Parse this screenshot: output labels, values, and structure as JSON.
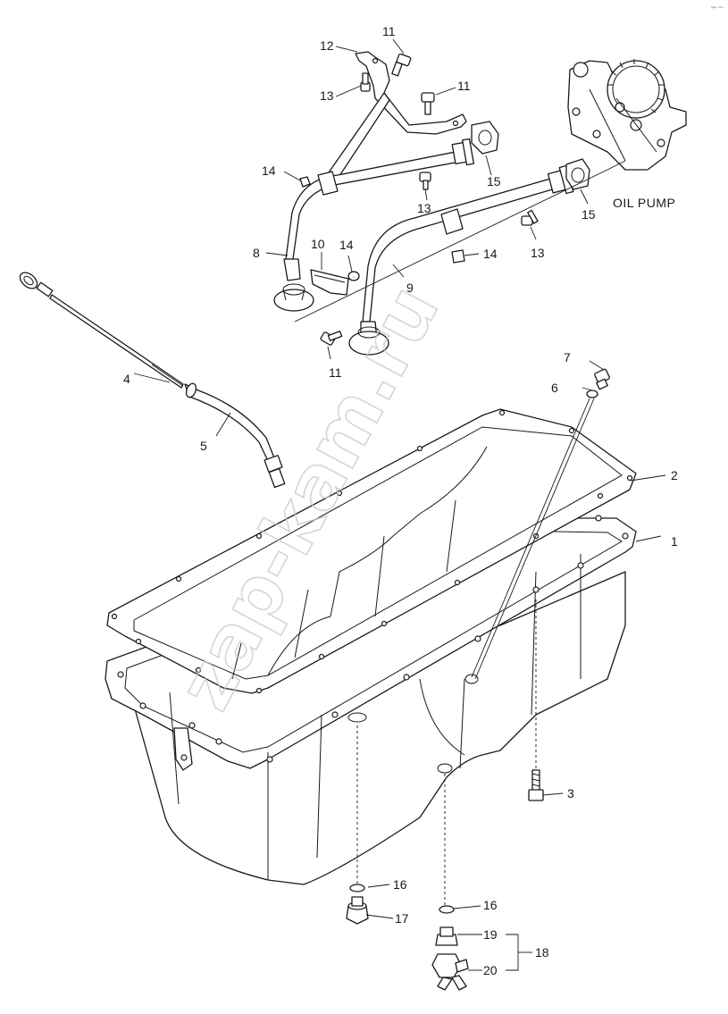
{
  "corner_code": "ᵍᵉᵉ ᵒᵒᵒ",
  "watermark": "zap-kam.ru",
  "assembly_label": "OIL PUMP",
  "callouts": {
    "c1": "1",
    "c2": "2",
    "c3": "3",
    "c4": "4",
    "c5": "5",
    "c6": "6",
    "c7": "7",
    "c8": "8",
    "c9": "9",
    "c10": "10",
    "c11a": "11",
    "c11b": "11",
    "c11c": "11",
    "c12": "12",
    "c13a": "13",
    "c13b": "13",
    "c13c": "13",
    "c14a": "14",
    "c14b": "14",
    "c14c": "14",
    "c15a": "15",
    "c15b": "15",
    "c16a": "16",
    "c16b": "16",
    "c17": "17",
    "c18": "18",
    "c19": "19",
    "c20": "20"
  },
  "colors": {
    "line": "#1a1a1a",
    "background": "#ffffff",
    "watermark": "#c8c8c8"
  }
}
